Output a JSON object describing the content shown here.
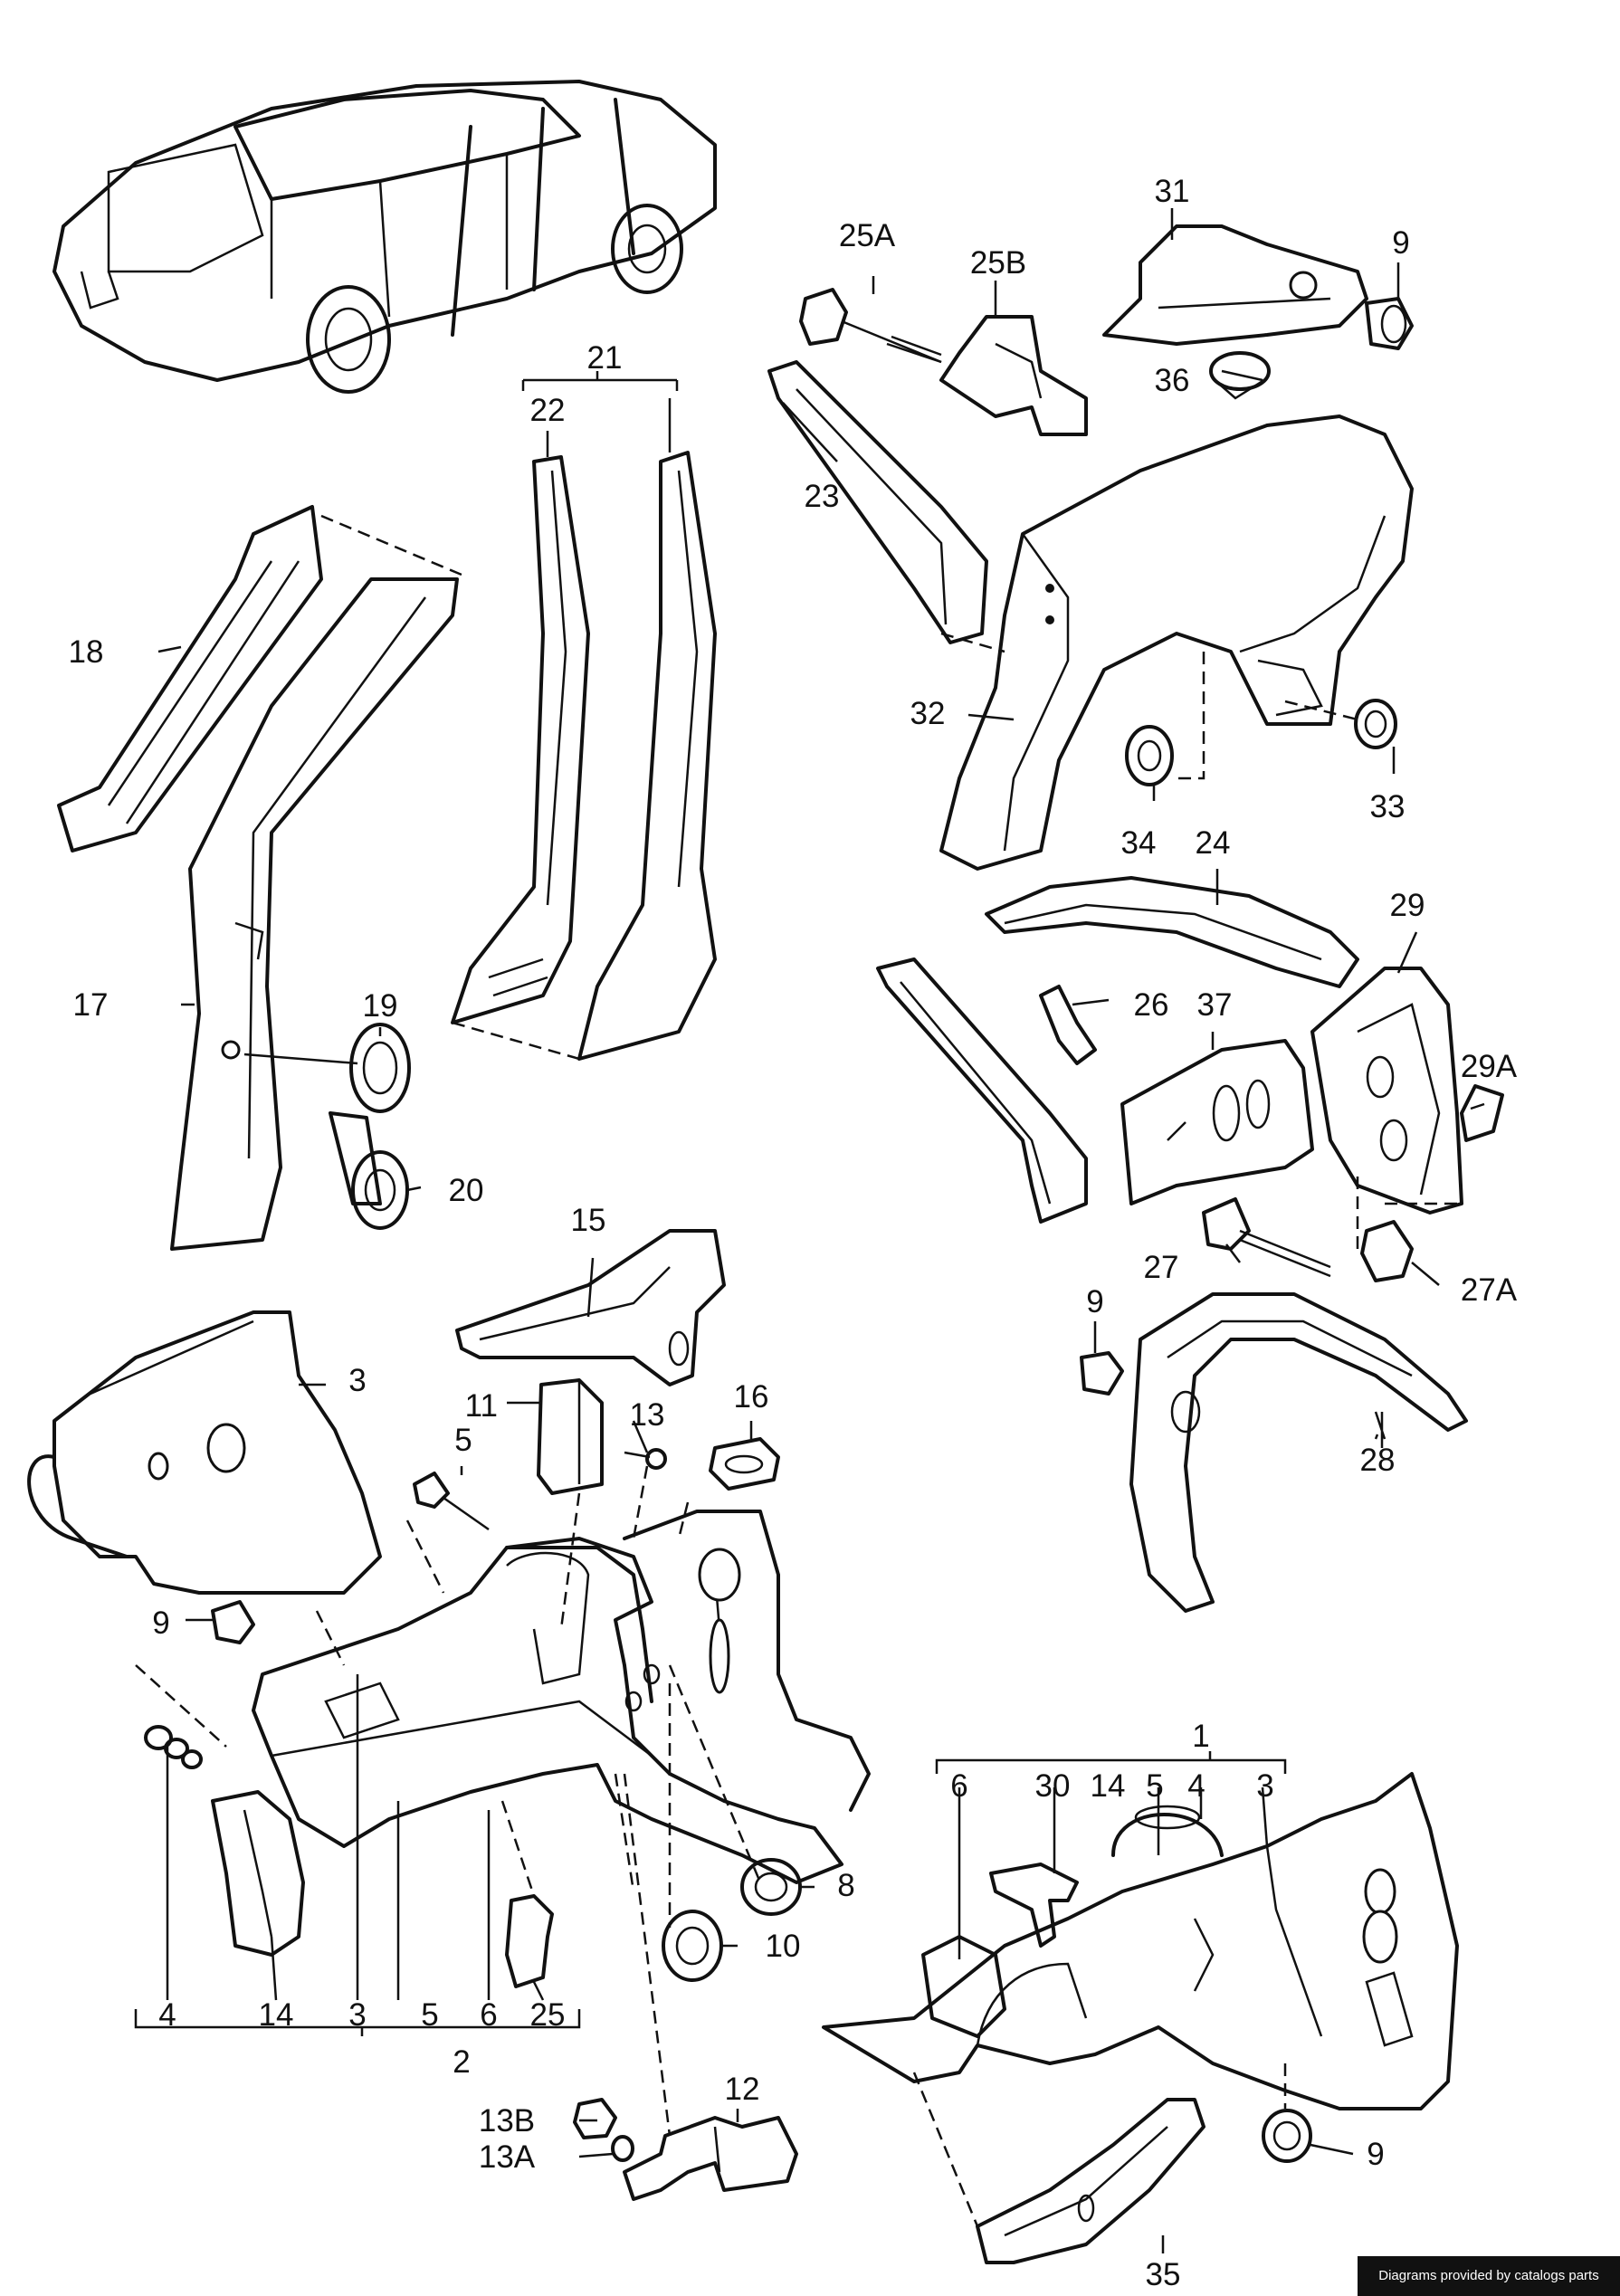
{
  "callouts": {
    "c1": "1",
    "c2": "2",
    "c3a": "3",
    "c3b": "3",
    "c3c": "3",
    "c4a": "4",
    "c4b": "4",
    "c5a": "5",
    "c5b": "5",
    "c5c": "5",
    "c6a": "6",
    "c6b": "6",
    "c8": "8",
    "c9a": "9",
    "c9b": "9",
    "c9c": "9",
    "c9d": "9",
    "c10": "10",
    "c11": "11",
    "c12": "12",
    "c13": "13",
    "c13A": "13A",
    "c13B": "13B",
    "c14a": "14",
    "c14b": "14",
    "c15": "15",
    "c16": "16",
    "c17": "17",
    "c18": "18",
    "c19": "19",
    "c20": "20",
    "c21": "21",
    "c22": "22",
    "c23": "23",
    "c24": "24",
    "c25": "25",
    "c25A": "25A",
    "c25B": "25B",
    "c26": "26",
    "c27": "27",
    "c27A": "27A",
    "c28": "28",
    "c29": "29",
    "c29A": "29A",
    "c30": "30",
    "c31": "31",
    "c32": "32",
    "c33": "33",
    "c34": "34",
    "c35": "35",
    "c36": "36",
    "c37": "37"
  },
  "credit": "Diagrams provided by catalogs parts"
}
